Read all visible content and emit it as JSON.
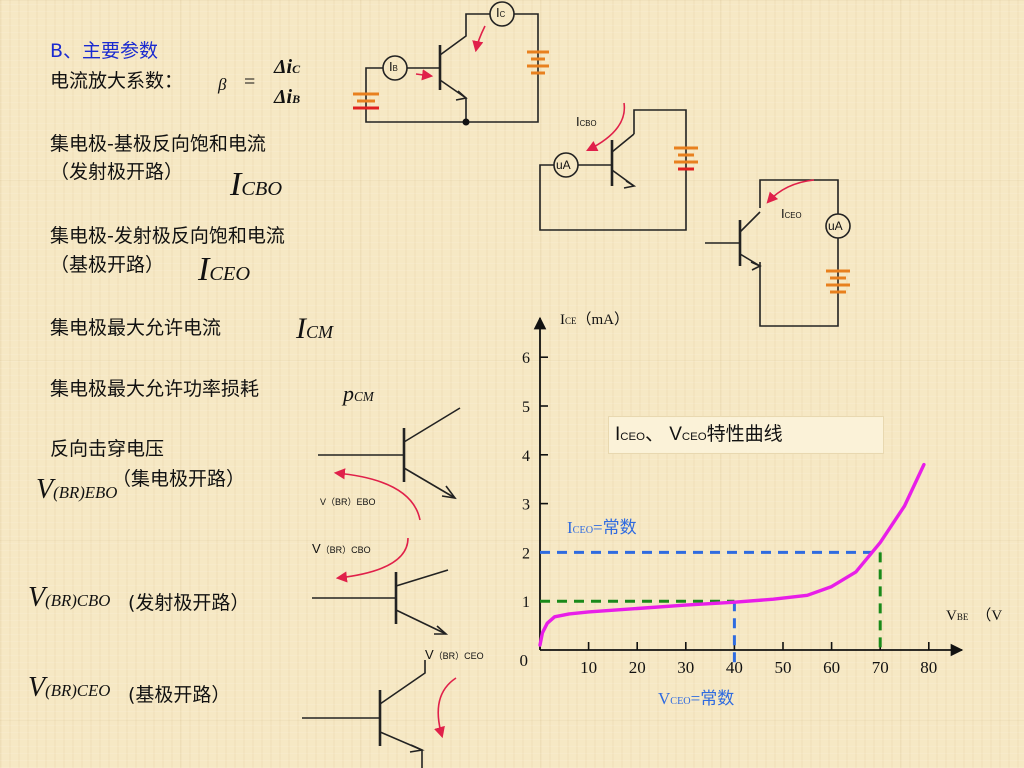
{
  "section_heading": "B、主要参数",
  "params": {
    "current_gain_label": "电流放大系数：",
    "beta_symbol": "β",
    "equals_sign": "=",
    "delta_ic": "Δi",
    "delta_ic_sub": "C",
    "delta_ib": "Δi",
    "delta_ib_sub": "B",
    "icbo_line1": "集电极-基极反向饱和电流",
    "icbo_line2": "（发射极开路）",
    "icbo_symbol_main": "I",
    "icbo_symbol_sub": "CBO",
    "iceo_line1": "集电极-发射极反向饱和电流",
    "iceo_line2": "（基极开路）",
    "iceo_symbol_main": "I",
    "iceo_symbol_sub": "CEO",
    "icm_label": "集电极最大允许电流",
    "icm_symbol_main": "I",
    "icm_symbol_sub": "CM",
    "pcm_label": "集电极最大允许功率损耗",
    "pcm_symbol_main": "p",
    "pcm_symbol_sub": "CM",
    "breakdown_label": "反向击穿电压",
    "ebo_note": "（集电极开路）",
    "ebo_symbol_main": "V",
    "ebo_symbol_sub": "(BR)EBO",
    "cbo_note": "(发射极开路）",
    "cbo_symbol_main": "V",
    "cbo_symbol_sub": "(BR)CBO",
    "ceo_note": "(基极开路）",
    "ceo_symbol_main": "V",
    "ceo_symbol_sub": "(BR)CEO"
  },
  "circuits": {
    "meter_ic_main": "I",
    "meter_ic_sub": "C",
    "meter_ib_main": "I",
    "meter_ib_sub": "B",
    "icbo_label_main": "I",
    "icbo_label_sub": "CBO",
    "uA_label_1": "uA",
    "iceo_label_main": "I",
    "iceo_label_sub": "CEO",
    "uA_label_2": "uA",
    "vebo_small": "V（BR）EBO",
    "vcbo_main": "V",
    "vcbo_small": "（BR）CBO",
    "vceo_main": "V",
    "vceo_small": "（BR）CEO"
  },
  "colors": {
    "heading_blue": "#1a2ad0",
    "curve": "#e81ee8",
    "blue_dash": "#2f6be0",
    "green_dash": "#1a8a1a",
    "battery": "#e8801e",
    "arrow_red": "#e0204a"
  },
  "chart_data": {
    "type": "line",
    "title_main": "I",
    "title_sub1": "CEO",
    "title_mid": "、 V",
    "title_sub2": "CEO",
    "title_end": "特性曲线",
    "y_axis_label_main": "I",
    "y_axis_label_sub": "CE",
    "y_axis_label_unit": "（mA）",
    "x_axis_label_main": "V",
    "x_axis_label_sub": "BE",
    "x_axis_label_unit": "（V",
    "xlim": [
      0,
      85
    ],
    "ylim": [
      0,
      6.5
    ],
    "x_ticks": [
      10,
      20,
      30,
      40,
      50,
      60,
      70,
      80
    ],
    "y_ticks": [
      1,
      2,
      3,
      4,
      5,
      6
    ],
    "origin_label": "0",
    "series": [
      {
        "x": [
          0,
          0.5,
          1.5,
          3,
          6,
          10,
          20,
          30,
          40,
          48,
          55,
          60,
          65,
          70,
          75,
          79
        ],
        "y": [
          0.1,
          0.35,
          0.55,
          0.68,
          0.74,
          0.78,
          0.85,
          0.92,
          0.98,
          1.04,
          1.12,
          1.3,
          1.6,
          2.2,
          2.95,
          3.8
        ]
      }
    ],
    "guides": [
      {
        "x": 40,
        "y": 1,
        "color": "#1a8a1a"
      },
      {
        "x": 70,
        "y": 2,
        "color": "#2f6be0"
      }
    ],
    "annotation_iceo_main": "I",
    "annotation_iceo_sub": "CEO",
    "annotation_iceo_text": "=常数",
    "annotation_vceo_main": "V",
    "annotation_vceo_sub": "CEO",
    "annotation_vceo_text": "=常数"
  }
}
